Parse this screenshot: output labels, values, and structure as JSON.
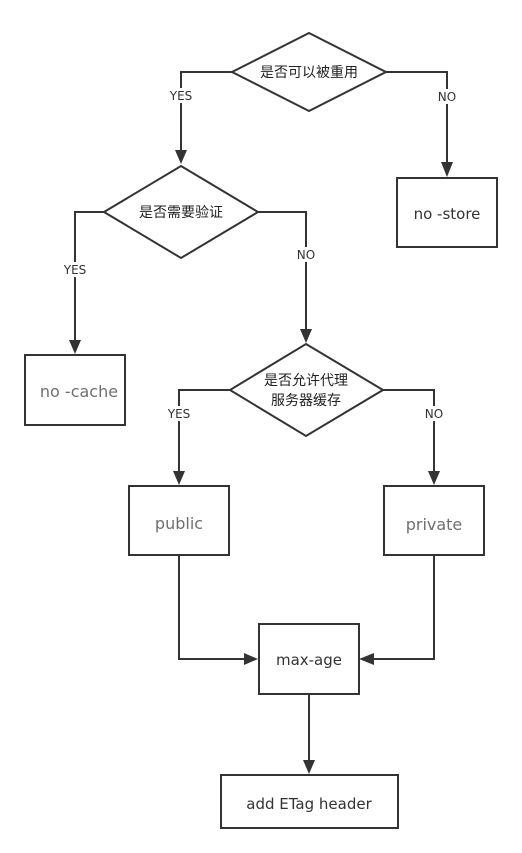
{
  "nodes": {
    "reusable": "是否可以被重用",
    "need_validation": "是否需要验证",
    "no_store": "no -store",
    "no_cache": "no -cache",
    "allow_proxy_line1": "是否允许代理",
    "allow_proxy_line2": "服务器缓存",
    "public": "public",
    "private": "private",
    "max_age": "max-age",
    "etag": "add ETag header"
  },
  "edge_labels": {
    "reusable_yes": "YES",
    "reusable_no": "NO",
    "validation_yes": "YES",
    "validation_no": "NO",
    "proxy_yes": "YES",
    "proxy_no": "NO"
  },
  "colors": {
    "stroke": "#333333",
    "text_dark": "#333333",
    "text_grey": "#6f6f6f",
    "background": "#ffffff"
  }
}
